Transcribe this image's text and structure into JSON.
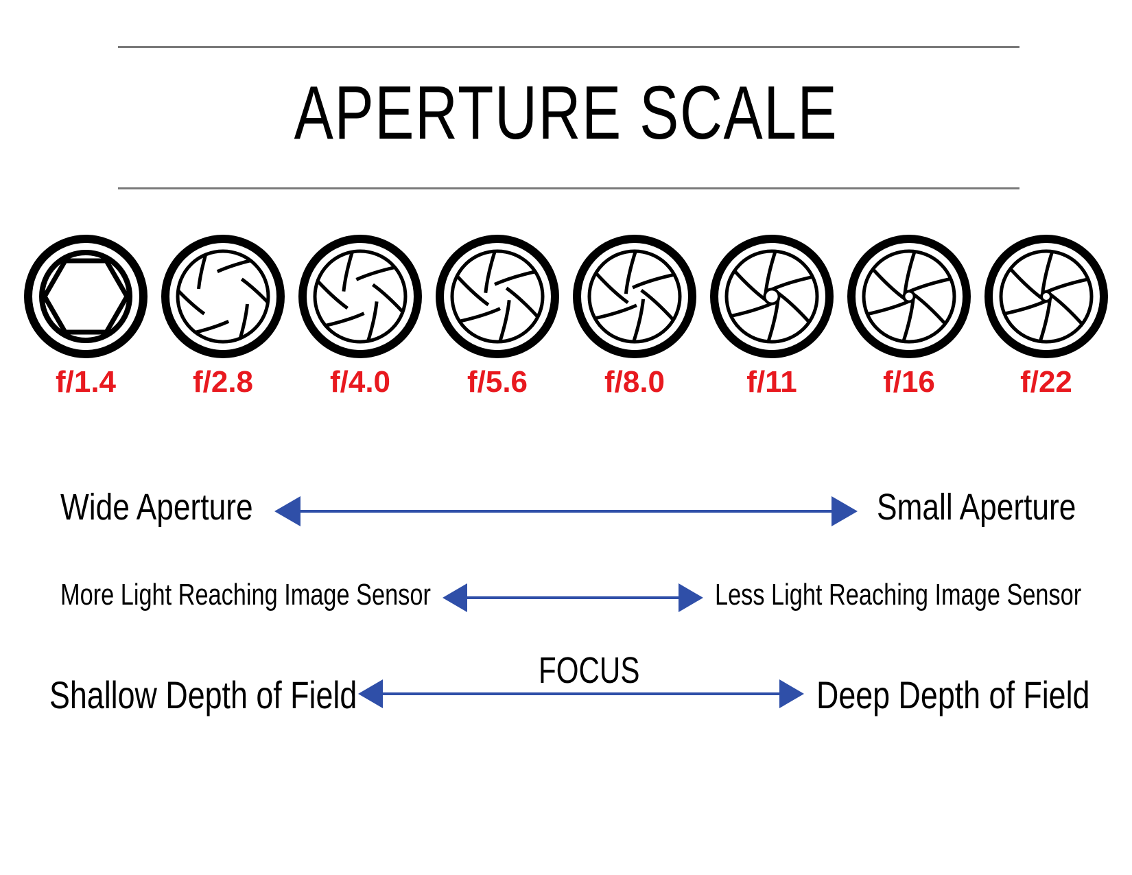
{
  "title": "APERTURE SCALE",
  "colors": {
    "fstop": "#e8191f",
    "arrow": "#2f4fa8",
    "rule": "#7a7a7a"
  },
  "apertures": [
    {
      "label": "f/1.4",
      "open": 0.95
    },
    {
      "label": "f/2.8",
      "open": 0.62
    },
    {
      "label": "f/4.0",
      "open": 0.42
    },
    {
      "label": "f/5.6",
      "open": 0.3
    },
    {
      "label": "f/8.0",
      "open": 0.22
    },
    {
      "label": "f/11",
      "open": 0.16
    },
    {
      "label": "f/16",
      "open": 0.11
    },
    {
      "label": "f/22",
      "open": 0.08
    }
  ],
  "rows": {
    "aperture": {
      "left": "Wide Aperture",
      "right": "Small Aperture"
    },
    "light": {
      "left": "More Light Reaching Image Sensor",
      "right": "Less Light Reaching Image Sensor"
    },
    "focus": {
      "left": "Shallow Depth of Field",
      "center": "FOCUS",
      "right": "Deep Depth of Field"
    }
  }
}
